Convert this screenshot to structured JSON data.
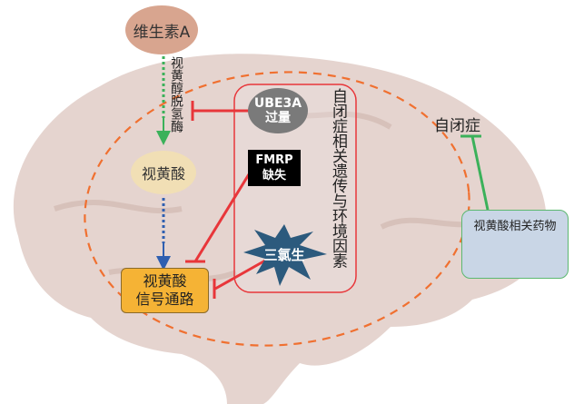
{
  "nodes": {
    "vitamin_a": "维生素A",
    "enzyme": "视黄醇脱氢酶",
    "retinoic_acid": "视黄酸",
    "pathway_line1": "视黄酸",
    "pathway_line2": "信号通路",
    "ube3a_line1": "UBE3A",
    "ube3a_line2": "过量",
    "fmrp_line1": "FMRP",
    "fmrp_line2": "缺失",
    "triclosan": "三氯生",
    "factors": "自闭症相关遗传与环境因素",
    "autism": "自闭症",
    "drugs": "视黄酸相关药物"
  },
  "colors": {
    "inhibit_red": "#e8363a",
    "activate_green": "#3bb15a",
    "blue_arrow": "#2f5fb0",
    "dashed_orange": "#f07030",
    "pathway_box": "#f5b335"
  }
}
